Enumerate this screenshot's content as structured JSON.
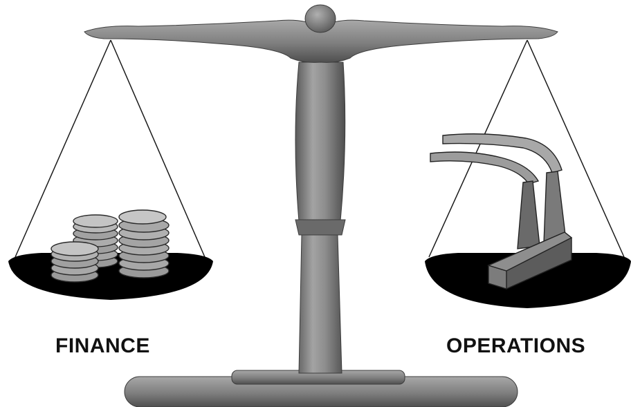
{
  "labels": {
    "left": "FINANCE",
    "right": "OPERATIONS"
  },
  "illustration": {
    "subject": "balance-scale",
    "left_pan_contents": "coin-stacks-icon",
    "right_pan_contents": "factory-icon",
    "colors": {
      "metal": "#8a8a8a",
      "metal_dark": "#5e5e5e",
      "pan": "#000000",
      "coin": "#b4b4b4",
      "smoke": "#a6a6a6",
      "factory": "#6e6e6e"
    }
  }
}
